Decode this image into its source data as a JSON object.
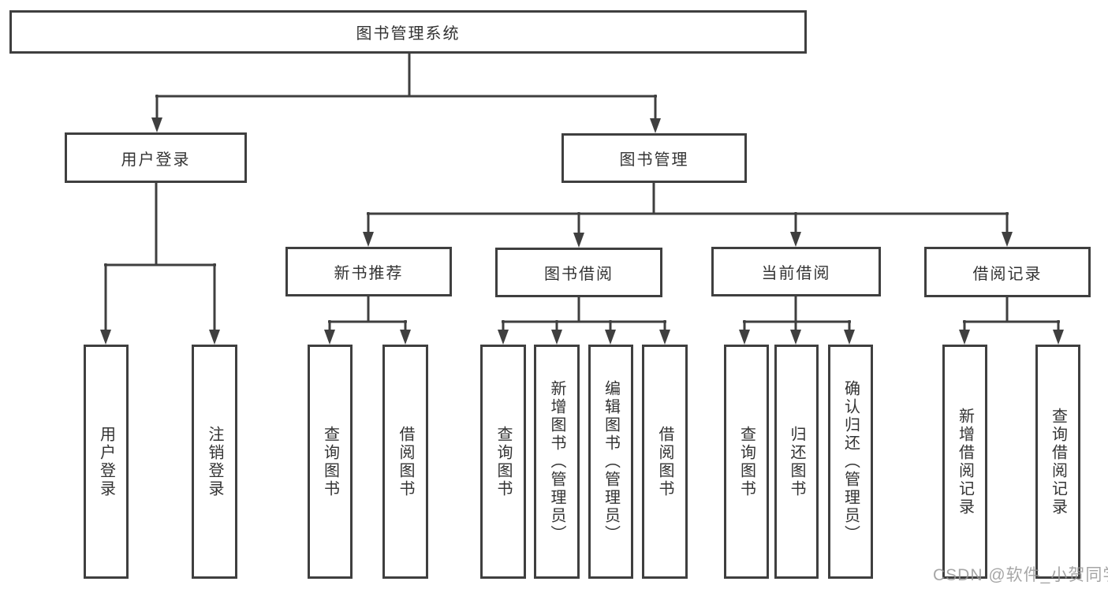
{
  "diagram": {
    "root": {
      "label": "图书管理系统"
    },
    "branches": [
      {
        "label": "用户登录",
        "children": [
          {
            "label": "用户登录"
          },
          {
            "label": "注销登录"
          }
        ]
      },
      {
        "label": "图书管理",
        "children": [
          {
            "label": "新书推荐",
            "children": [
              {
                "label": "查询图书"
              },
              {
                "label": "借阅图书"
              }
            ]
          },
          {
            "label": "图书借阅",
            "children": [
              {
                "label": "查询图书"
              },
              {
                "label": "新增图书（管理员）"
              },
              {
                "label": "编辑图书（管理员）"
              },
              {
                "label": "借阅图书"
              }
            ]
          },
          {
            "label": "当前借阅",
            "children": [
              {
                "label": "查询图书"
              },
              {
                "label": "归还图书"
              },
              {
                "label": "确认归还（管理员）"
              }
            ]
          },
          {
            "label": "借阅记录",
            "children": [
              {
                "label": "新增借阅记录"
              },
              {
                "label": "查询借阅记录"
              }
            ]
          }
        ]
      }
    ]
  },
  "watermark": {
    "text": "CSDN @软件_小贺同学"
  },
  "colors": {
    "line": "#3f3f3f",
    "box_border": "#3f3f3f",
    "text": "#333333",
    "background": "#ffffff",
    "watermark": "#969696"
  }
}
